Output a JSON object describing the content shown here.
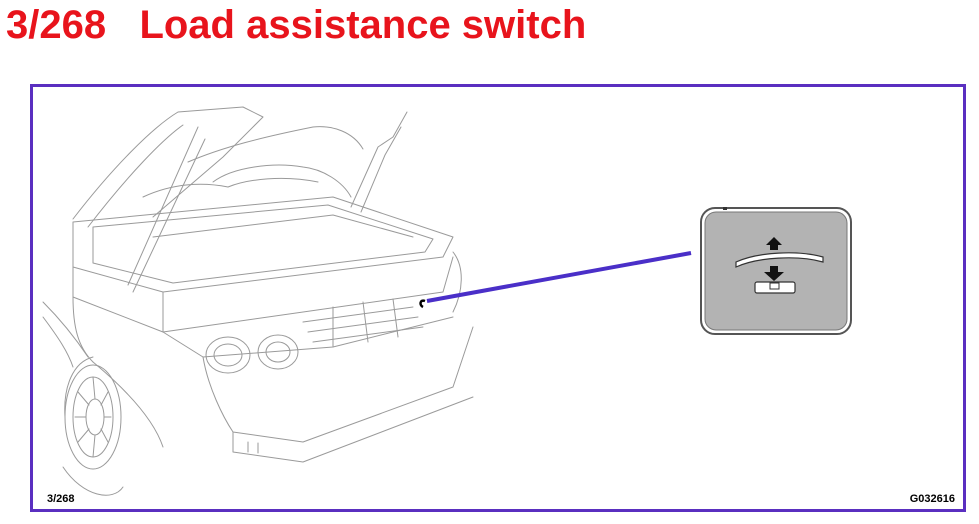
{
  "page": {
    "title": "3/268   Load assistance switch"
  },
  "figure": {
    "number": "3/268",
    "code": "G032616",
    "frame_color": "#5a2fc0",
    "leader_color": "#4a2fc8",
    "icons": [
      "car-rear-line-drawing",
      "load-assist-switch-icon",
      "up-arrow-icon",
      "down-arrow-icon"
    ]
  },
  "colors": {
    "title": "#e8141c",
    "switch_face": "#b3b3b3"
  }
}
